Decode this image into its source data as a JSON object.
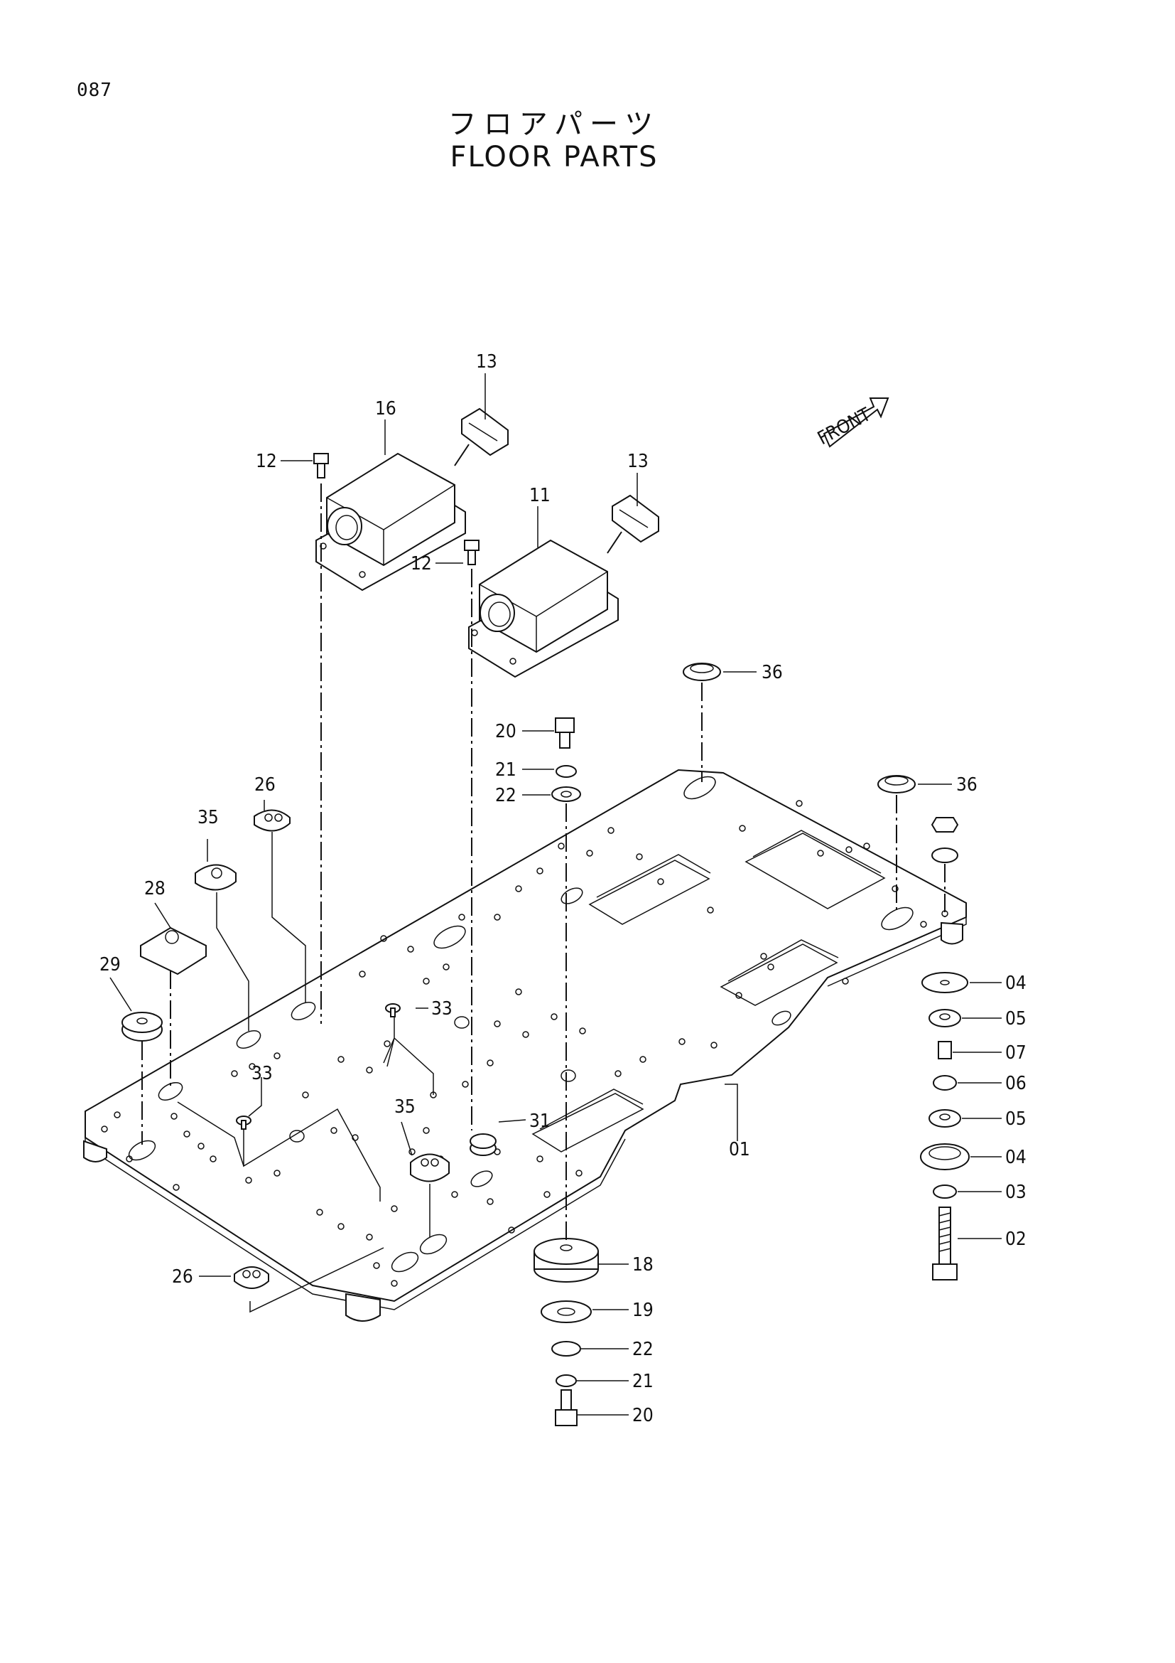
{
  "page_number": "087",
  "title_jp": "フロアパーツ",
  "title_en": "FLOOR PARTS",
  "front_label": "FRONT",
  "callouts": [
    {
      "id": "c13a",
      "text": "13"
    },
    {
      "id": "c16",
      "text": "16"
    },
    {
      "id": "c12a",
      "text": "12"
    },
    {
      "id": "c13b",
      "text": "13"
    },
    {
      "id": "c11",
      "text": "11"
    },
    {
      "id": "c12b",
      "text": "12"
    },
    {
      "id": "c36a",
      "text": "36"
    },
    {
      "id": "c36b",
      "text": "36"
    },
    {
      "id": "c20a",
      "text": "20"
    },
    {
      "id": "c21a",
      "text": "21"
    },
    {
      "id": "c22a",
      "text": "22"
    },
    {
      "id": "c26a",
      "text": "26"
    },
    {
      "id": "c35a",
      "text": "35"
    },
    {
      "id": "c28",
      "text": "28"
    },
    {
      "id": "c29",
      "text": "29"
    },
    {
      "id": "c33a",
      "text": "33"
    },
    {
      "id": "c33b",
      "text": "33"
    },
    {
      "id": "c31",
      "text": "31"
    },
    {
      "id": "c35b",
      "text": "35"
    },
    {
      "id": "c01",
      "text": "01"
    },
    {
      "id": "c04a",
      "text": "04"
    },
    {
      "id": "c05a",
      "text": "05"
    },
    {
      "id": "c07",
      "text": "07"
    },
    {
      "id": "c06",
      "text": "06"
    },
    {
      "id": "c05b",
      "text": "05"
    },
    {
      "id": "c04b",
      "text": "04"
    },
    {
      "id": "c03",
      "text": "03"
    },
    {
      "id": "c02",
      "text": "02"
    },
    {
      "id": "c18",
      "text": "18"
    },
    {
      "id": "c19",
      "text": "19"
    },
    {
      "id": "c22b",
      "text": "22"
    },
    {
      "id": "c21b",
      "text": "21"
    },
    {
      "id": "c20b",
      "text": "20"
    },
    {
      "id": "c26b",
      "text": "26"
    }
  ]
}
